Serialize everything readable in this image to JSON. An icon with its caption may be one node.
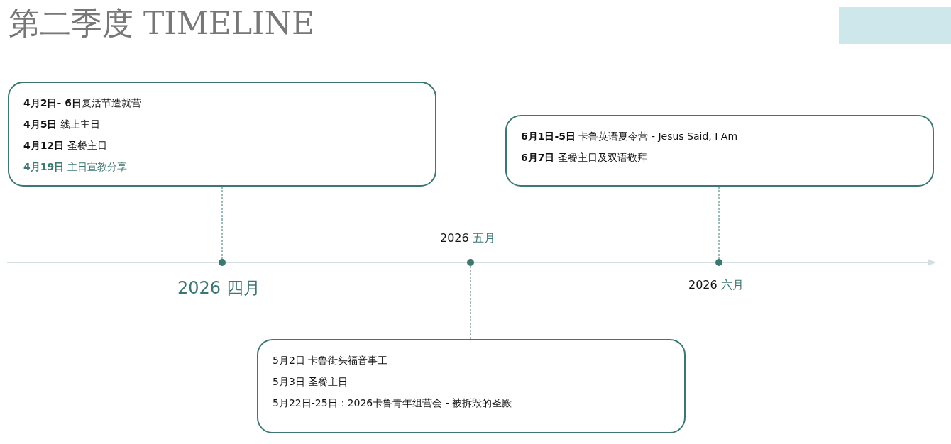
{
  "diagram": {
    "title": "第二季度 TIMELINE",
    "nodes": [
      {
        "text": [
          "**4月2日- 6日**复活节造就营",
          "**4月5日** 线上主日",
          "**4月12日** 圣餐主日",
          "**4月19日** 主日宣教分享"
        ]
      },
      {
        "text": [
          "**6月1日-5日** 卡鲁英语夏令营 - Jesus Said, I Am",
          "**6月7日** 圣餐主日及双语敬拜"
        ]
      },
      {
        "text": [],
        "shape": "circle",
        "beside": [
          "2026 四月"
        ]
      },
      {
        "text": [],
        "shape": "circle",
        "beside": [
          "2026 五月"
        ]
      },
      {
        "text": [],
        "shape": "circle",
        "beside": [
          "2026 六月"
        ]
      },
      {
        "text": [
          "5月2日 卡鲁街头福音事工",
          "5月3日 圣餐主日",
          "5月22日-25日：2026卡鲁青年组营会 - 被拆毁的圣殿"
        ]
      }
    ],
    "edges": [
      {
        "from": 0,
        "to": 2,
        "arrow": "none",
        "style": "dashed"
      },
      {
        "from": 3,
        "to": 5,
        "arrow": "none",
        "style": "dashed"
      },
      {
        "from": 1,
        "to": 4,
        "arrow": "none",
        "style": "dashed"
      }
    ]
  }
}
